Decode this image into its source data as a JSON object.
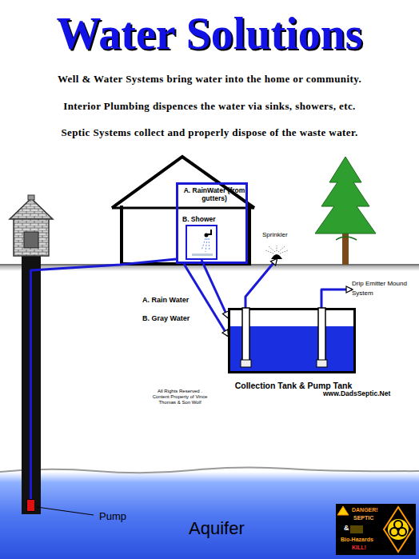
{
  "diagram": {
    "title": "Water Solutions",
    "nodes": [
      {
        "text": [
          "A. RainWater (from gutters)"
        ]
      },
      {
        "text": [
          "B. Shower"
        ],
        "in": 0
      },
      {
        "text": [
          "Sprinkler"
        ]
      },
      {
        "text": [
          "Drip Emitter Mound System"
        ]
      },
      {
        "text": [
          "Collection Tank & Pump Tank"
        ]
      },
      {
        "text": [
          "Aquifer"
        ]
      },
      {
        "text": [
          "Pump"
        ],
        "in": 5
      },
      {
        "text": [
          "DANGER!",
          "SEPTIC",
          "&",
          "Bio-Hazards",
          "KILL!"
        ]
      }
    ],
    "edges": [
      {
        "from": 6,
        "to": 0,
        "arrow": "none"
      },
      {
        "from": 0,
        "to": 4,
        "arrow": "to"
      },
      {
        "from": 1,
        "to": 4,
        "arrow": "to"
      },
      {
        "from": 4,
        "to": 2,
        "arrow": "to"
      },
      {
        "from": 4,
        "to": 3,
        "arrow": "to"
      }
    ],
    "labels": [
      "Well & Water Systems bring water into the home or community.",
      "Interior Plumbing dispences the water via sinks, showers, etc.",
      "Septic Systems collect and properly dispose of the waste water.",
      "A. Rain Water",
      "B. Gray Water",
      "All Rights Reserved . Content Property of Vince Thomas & Son Wolf",
      "www.DadsSeptic.Net"
    ]
  }
}
